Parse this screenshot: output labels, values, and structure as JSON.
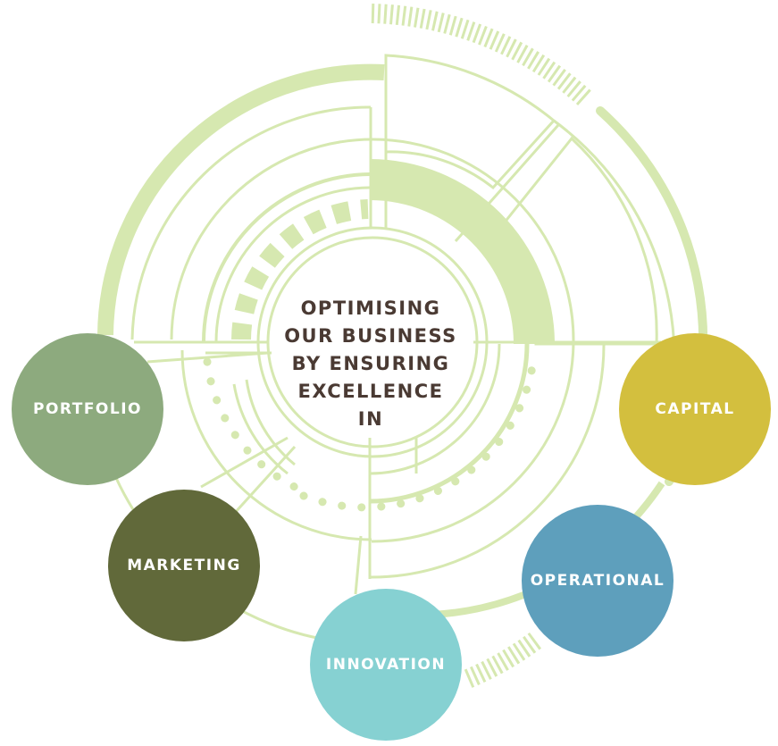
{
  "center": {
    "lines": [
      "OPTIMISING",
      "OUR BUSINESS",
      "BY ENSURING",
      "EXCELLENCE",
      "IN"
    ]
  },
  "nodes": {
    "portfolio": "PORTFOLIO",
    "marketing": "MARKETING",
    "innovation": "INNOVATION",
    "operational": "OPERATIONAL",
    "capital": "CAPITAL"
  },
  "colors": {
    "ring": "#d6e8b0",
    "center_text": "#4a3a33",
    "portfolio": "#8daa7e",
    "marketing": "#61693a",
    "innovation": "#86d1d2",
    "operational": "#5e9fbc",
    "capital": "#d3bf3e"
  }
}
